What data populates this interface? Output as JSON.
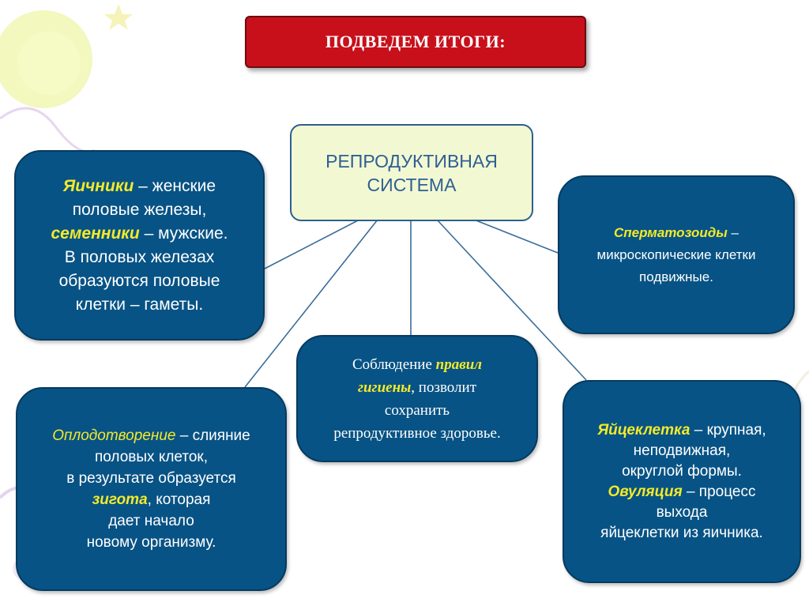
{
  "title": "ПОДВЕДЕМ ИТОГИ:",
  "center": {
    "line1": "РЕПРОДУКТИВНАЯ",
    "line2": "СИСТЕМА"
  },
  "card_left_top": {
    "term1": "Яичники",
    "text1": " – женские",
    "line2": "половые железы,",
    "term2": "семенники",
    "text2": " – мужские.",
    "line4": "В половых железах",
    "line5": "образуются половые",
    "line6": "клетки – гаметы."
  },
  "card_right_top": {
    "term": "Сперматозоиды",
    "text": " –",
    "line2": "микроскопические клетки",
    "line3": "подвижные."
  },
  "card_center": {
    "text1": "Соблюдение ",
    "term1": "правил",
    "term2": "гигиены",
    "text2": ", позволит",
    "line3": "сохранить",
    "line4": "репродуктивное здоровье."
  },
  "card_left_bottom": {
    "term1": "Оплодотворение",
    "text1": " – слияние",
    "line2": "половых клеток,",
    "line3": "в результате образуется",
    "term2": "зигота",
    "text2": ", которая",
    "line5": "дает начало",
    "line6": "новому организму."
  },
  "card_right_bottom": {
    "term1": "Яйцеклетка",
    "text1": " – крупная,",
    "line2": "неподвижная,",
    "line3": "округлой формы.",
    "term2": "Овуляция",
    "text2": " – процесс",
    "line5": "выхода",
    "line6": "яйцеклетки из яичника."
  },
  "colors": {
    "title_bg": "#c8101b",
    "card_bg": "#085385",
    "center_bg": "#f2f8d2",
    "center_text": "#2e5f94",
    "highlight": "#f3ea2a",
    "connector": "#3a6d9a"
  }
}
